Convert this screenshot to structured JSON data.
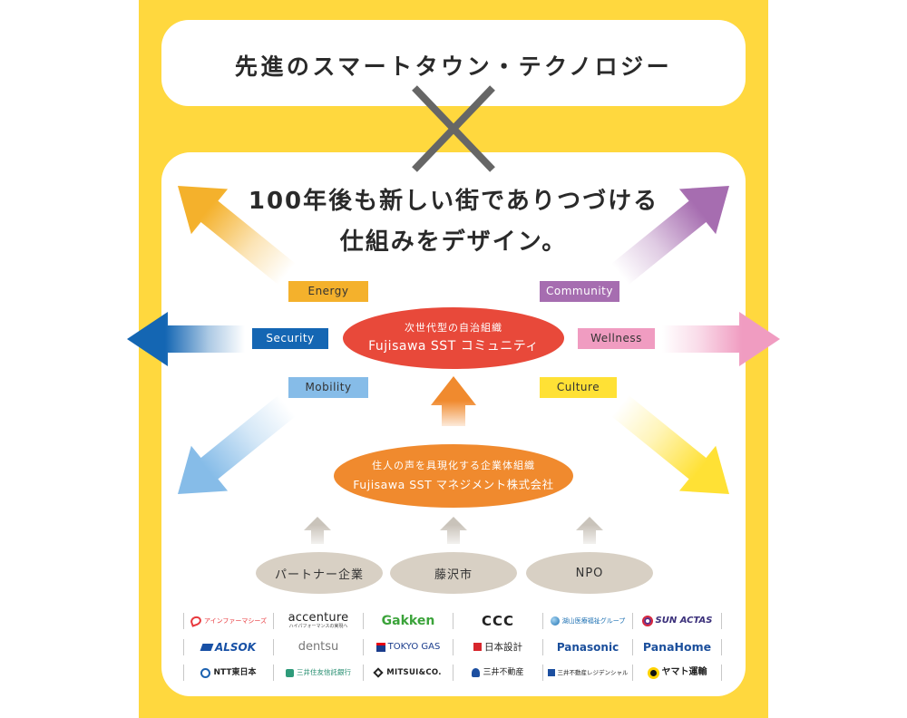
{
  "header": {
    "title": "先進のスマートタウン・テクノロジー"
  },
  "connector_icon": "cross-icon",
  "vision": {
    "line1": "100年後も新しい街でありつづける",
    "line2": "仕組みをデザイン。"
  },
  "themes": [
    {
      "label": "Energy",
      "color": "#F4B12C"
    },
    {
      "label": "Community",
      "color": "#A66DB0"
    },
    {
      "label": "Security",
      "color": "#1466B3"
    },
    {
      "label": "Wellness",
      "color": "#F09CC1"
    },
    {
      "label": "Mobility",
      "color": "#86BCE8"
    },
    {
      "label": "Culture",
      "color": "#FFE135"
    }
  ],
  "community_org": {
    "tagline": "次世代型の自治組織",
    "name": "Fujisawa SST コミュニティ",
    "color": "#E8493A"
  },
  "management_org": {
    "tagline": "住人の声を具現化する企業体組織",
    "name": "Fujisawa SST マネジメント株式会社",
    "color": "#F08A2E"
  },
  "stakeholders": [
    "パートナー企業",
    "藤沢市",
    "NPO"
  ],
  "partners": [
    {
      "name": "アインファーマシーズ",
      "color": "#E8383D"
    },
    {
      "name": "accenture",
      "sub": "ハイパフォーマンスの実現へ",
      "color": "#222222"
    },
    {
      "name": "Gakken",
      "color": "#3BA33A"
    },
    {
      "name": "CCC",
      "color": "#222222"
    },
    {
      "name": "湖山医療福祉グループ",
      "color": "#1B6FB2"
    },
    {
      "name": "SUN ACTAS",
      "color": "#3A2F7A"
    },
    {
      "name": "ALSOK",
      "color": "#1750A5"
    },
    {
      "name": "dentsu",
      "color": "#777777"
    },
    {
      "name": "TOKYO GAS",
      "color": "#1A3C8C"
    },
    {
      "name": "日本設計",
      "color": "#222222"
    },
    {
      "name": "Panasonic",
      "color": "#1B4F9C"
    },
    {
      "name": "PanaHome",
      "color": "#1B4F9C"
    },
    {
      "name": "NTT東日本",
      "color": "#222222"
    },
    {
      "name": "三井住友信託銀行",
      "color": "#1E8A6B"
    },
    {
      "name": "MITSUI&CO.",
      "color": "#222222"
    },
    {
      "name": "三井不動産",
      "color": "#222222"
    },
    {
      "name": "三井不動産レジデンシャル",
      "color": "#222222"
    },
    {
      "name": "ヤマト運輸",
      "color": "#222222"
    }
  ]
}
